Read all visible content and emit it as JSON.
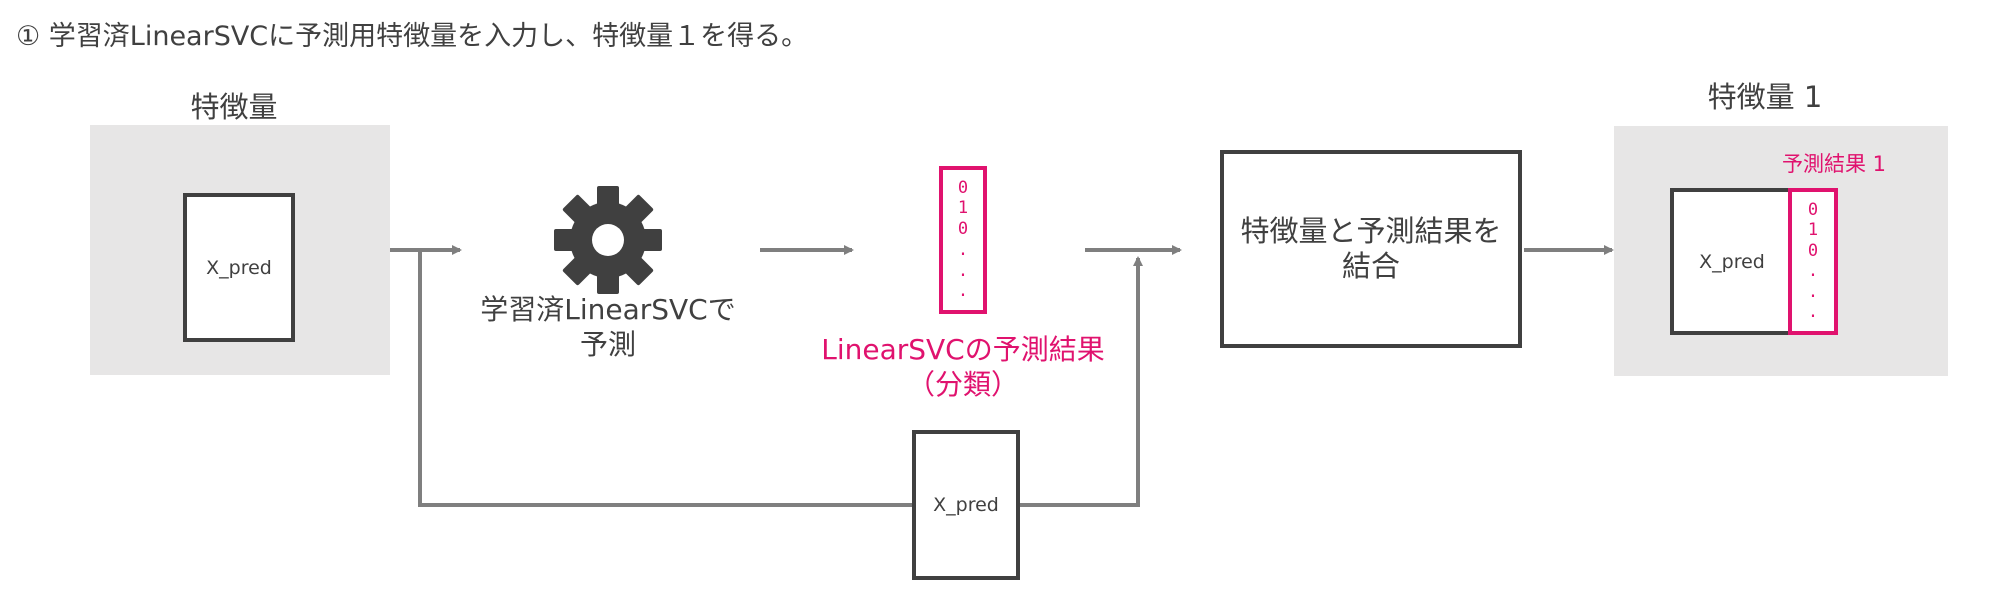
{
  "header": {
    "step_title": "① 学習済LinearSVCに予測用特徴量を入力し、特徴量１を得る。"
  },
  "input_panel": {
    "label": "特徴量",
    "box_text": "X_pred"
  },
  "model": {
    "icon": "gear-icon",
    "label_line1": "学習済LinearSVCで",
    "label_line2": "予測"
  },
  "prediction": {
    "values": [
      "0",
      "1",
      "0",
      ".",
      ".",
      "."
    ],
    "label_line1": "LinearSVCの予測結果",
    "label_line2": "（分類）"
  },
  "passthrough": {
    "box_text": "X_pred"
  },
  "combine": {
    "line1": "特徴量と予測結果を",
    "line2": "結合"
  },
  "output_panel": {
    "label": "特徴量 1",
    "result_label": "予測結果 1",
    "box_text": "X_pred",
    "values": [
      "0",
      "1",
      "0",
      ".",
      ".",
      "."
    ]
  },
  "colors": {
    "accent": "#e0126e",
    "dark": "#404040",
    "panel_bg": "#e7e6e6",
    "arrow": "#7f7f7f"
  }
}
